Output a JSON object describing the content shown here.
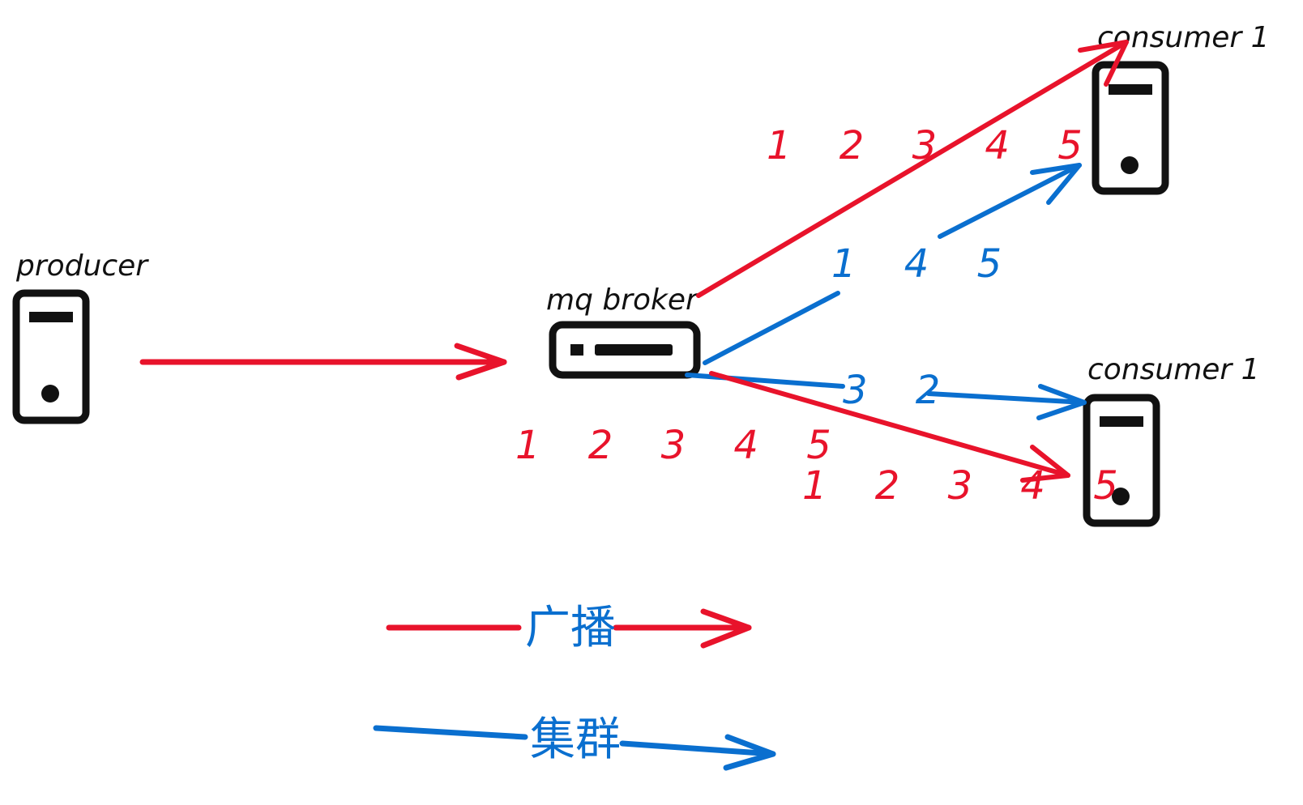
{
  "nodes": {
    "producer": {
      "label": "producer"
    },
    "broker": {
      "label": "mq broker"
    },
    "consumer_top": {
      "label": "consumer 1"
    },
    "consumer_bottom": {
      "label": "consumer 1"
    }
  },
  "messages": {
    "broker_queue": "1 2 3 4 5",
    "broadcast_top": "1 2 3 4 5",
    "broadcast_bottom": "1 2 3 4 5",
    "cluster_top": "1 4 5",
    "cluster_bottom": "3 2"
  },
  "legend": {
    "broadcast": "广播",
    "cluster": "集群"
  },
  "colors": {
    "broadcast": "#e8132b",
    "cluster": "#0a6fcf",
    "ink": "#111111"
  },
  "icons": {
    "server": "server-tower-icon",
    "broker": "broker-box-icon"
  }
}
